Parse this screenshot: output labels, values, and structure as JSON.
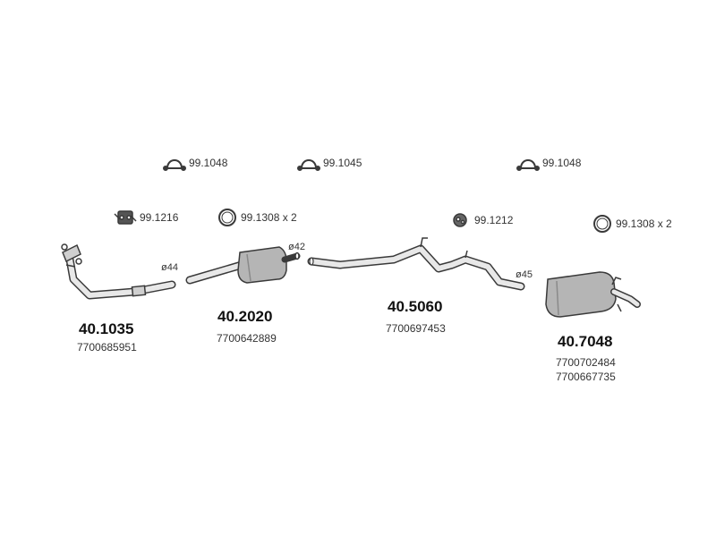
{
  "accessories": {
    "clamp_1": "99.1048",
    "clamp_2": "99.1045",
    "clamp_3": "99.1048",
    "mount_1": "99.1216",
    "gasket_1": "99.1308 x 2",
    "mount_2": "99.1212",
    "gasket_2": "99.1308 x 2"
  },
  "diameters": {
    "d_front": "ø44",
    "d_middle": "ø42",
    "d_rear": "ø45"
  },
  "parts": [
    {
      "part_number": "40.1035",
      "oem": [
        "7700685951"
      ]
    },
    {
      "part_number": "40.2020",
      "oem": [
        "7700642889"
      ]
    },
    {
      "part_number": "40.5060",
      "oem": [
        "7700697453"
      ]
    },
    {
      "part_number": "40.7048",
      "oem": [
        "7700702484",
        "7700667735"
      ]
    }
  ],
  "colors": {
    "line": "#3a3a3a",
    "muffler_fill": "#b5b5b5",
    "pipe_fill": "#e8e8e8",
    "text": "#222222"
  },
  "icons": [
    "clamp-icon",
    "rubber-mount-icon",
    "gasket-ring-icon"
  ]
}
